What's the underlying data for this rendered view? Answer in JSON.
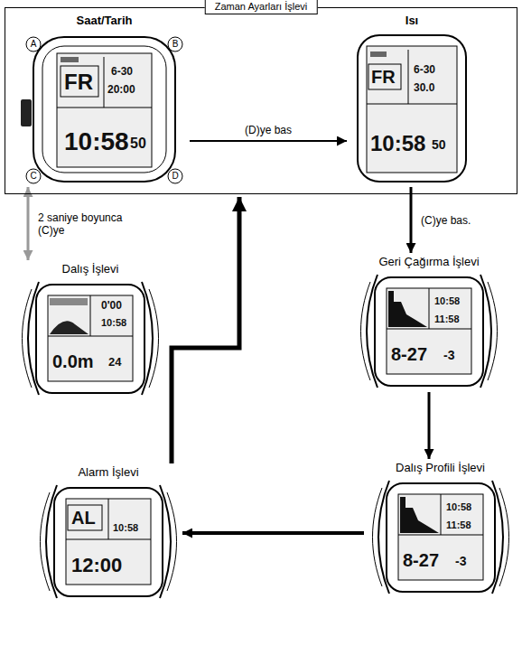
{
  "diagram": {
    "nodes": [
      {
        "text": [
          "Zaman Ayarları İşlevi"
        ]
      },
      {
        "text": [
          "Saat/Tarih"
        ],
        "in": 0
      },
      {
        "text": [
          "Isı"
        ],
        "in": 0
      },
      {
        "text": [
          "Dalış İşlevi"
        ]
      },
      {
        "text": [
          "Geri Çağırma İşlevi"
        ]
      },
      {
        "text": [
          "Dalış Profili İşlevi"
        ]
      },
      {
        "text": [
          "Alarm İşlevi"
        ]
      }
    ],
    "edges": [
      {
        "from": 1,
        "to": 2,
        "arrow": "to",
        "label": "(D)ye bas"
      },
      {
        "from": 1,
        "to": 3,
        "arrow": "both",
        "label": "2 saniye boyunca (C)ye"
      },
      {
        "from": 2,
        "to": 4,
        "arrow": "to",
        "label": "(C)ye bas."
      },
      {
        "from": 4,
        "to": 5,
        "arrow": "to"
      },
      {
        "from": 5,
        "to": 6,
        "arrow": "to"
      },
      {
        "from": 6,
        "to": 0,
        "arrow": "to"
      }
    ],
    "labels": [
      "A",
      "B",
      "C",
      "D",
      "FR",
      "6-30",
      "20:00",
      "10:58",
      "50",
      "FR",
      "6-30",
      "30.0",
      "10:58",
      "50",
      "0'00",
      "10:58",
      "0.0m",
      "24",
      "10:58",
      "11:58",
      "8-27",
      "-3",
      "10:58",
      "11:58",
      "8-27",
      "-3",
      "AL",
      "10:58",
      "12:00"
    ]
  }
}
